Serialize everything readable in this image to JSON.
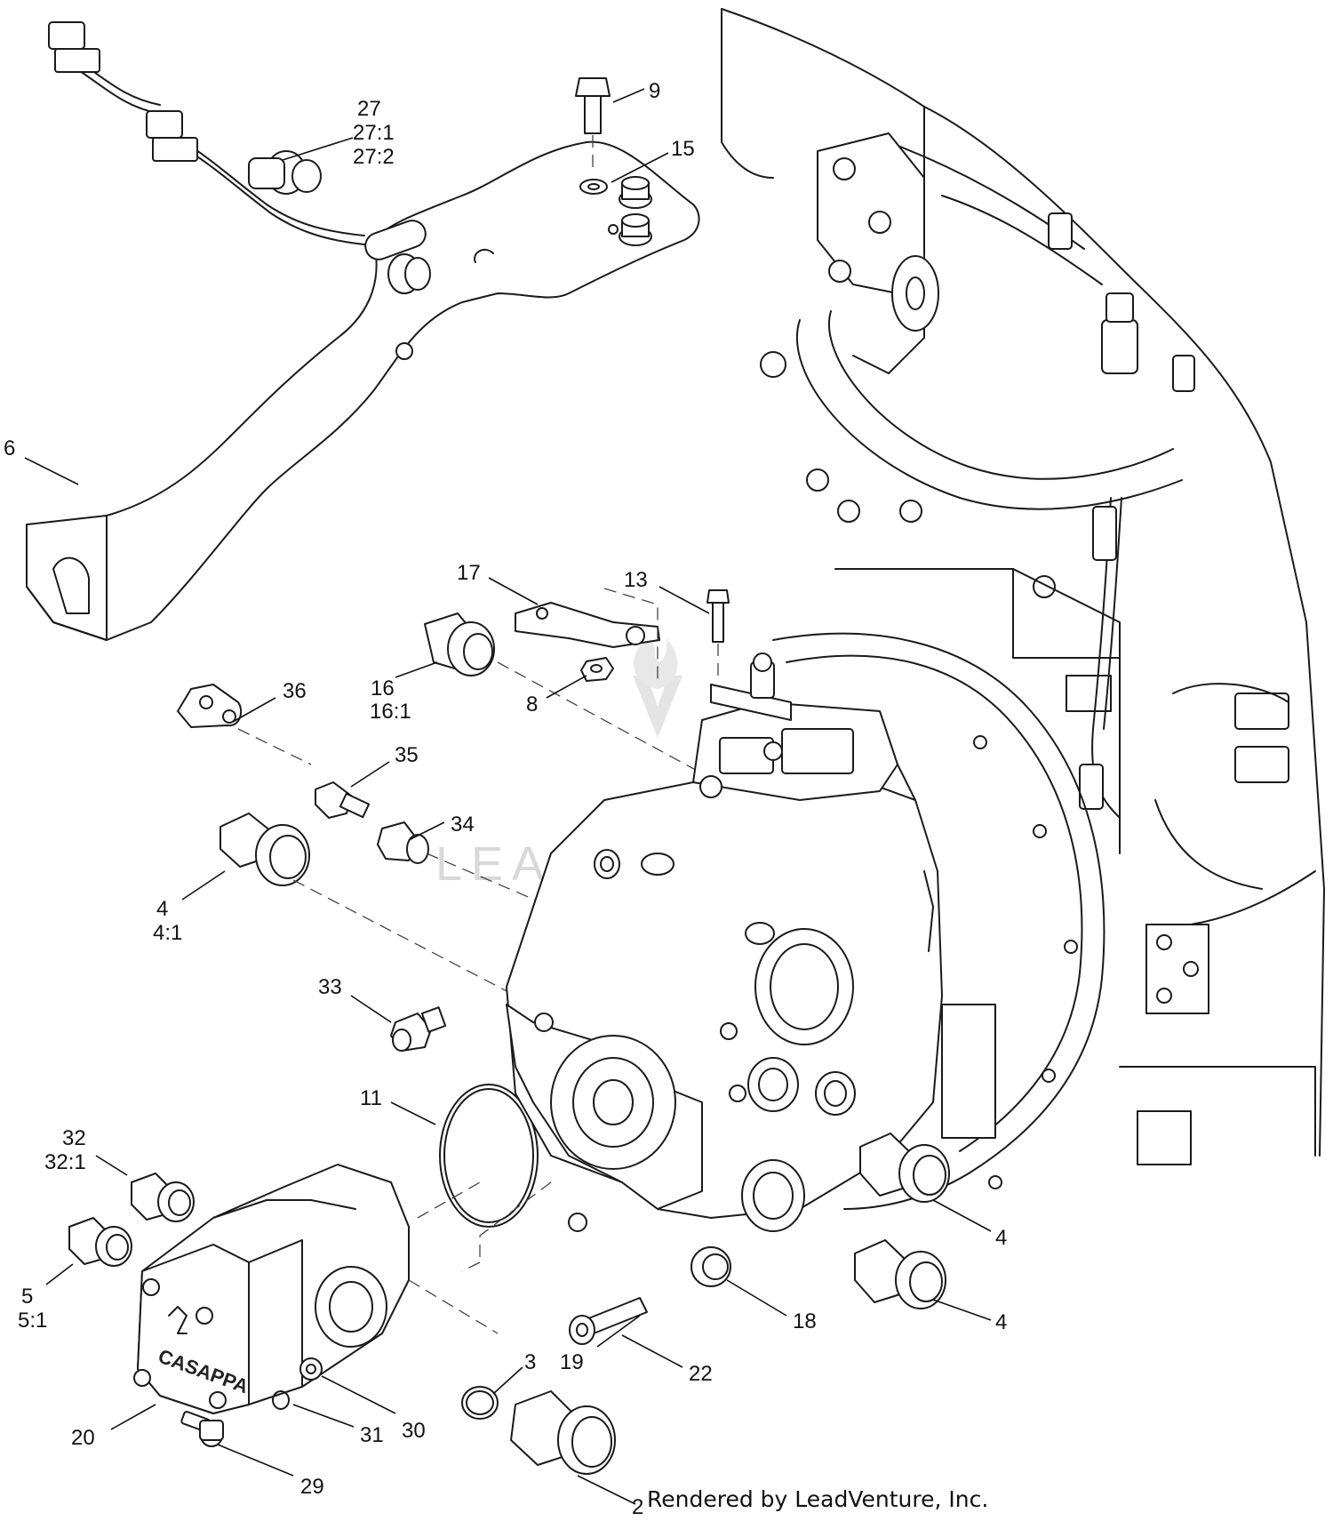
{
  "watermark": "LEADVENTURE",
  "credit": "Rendered by LeadVenture, Inc.",
  "callouts": {
    "c27": "27",
    "c27_1": "27:1",
    "c27_2": "27:2",
    "c9": "9",
    "c15": "15",
    "c6": "6",
    "c17": "17",
    "c13": "13",
    "c16": "16",
    "c16_1": "16:1",
    "c8": "8",
    "c36": "36",
    "c35": "35",
    "c34": "34",
    "c4a": "4",
    "c4_1": "4:1",
    "c33": "33",
    "c11": "11",
    "c32": "32",
    "c32_1": "32:1",
    "c5": "5",
    "c5_1": "5:1",
    "c19": "19",
    "c4b": "4",
    "c4c": "4",
    "c18": "18",
    "c22": "22",
    "c3": "3",
    "c20": "20",
    "c31": "31",
    "c30": "30",
    "c29": "29",
    "c2": "2"
  }
}
